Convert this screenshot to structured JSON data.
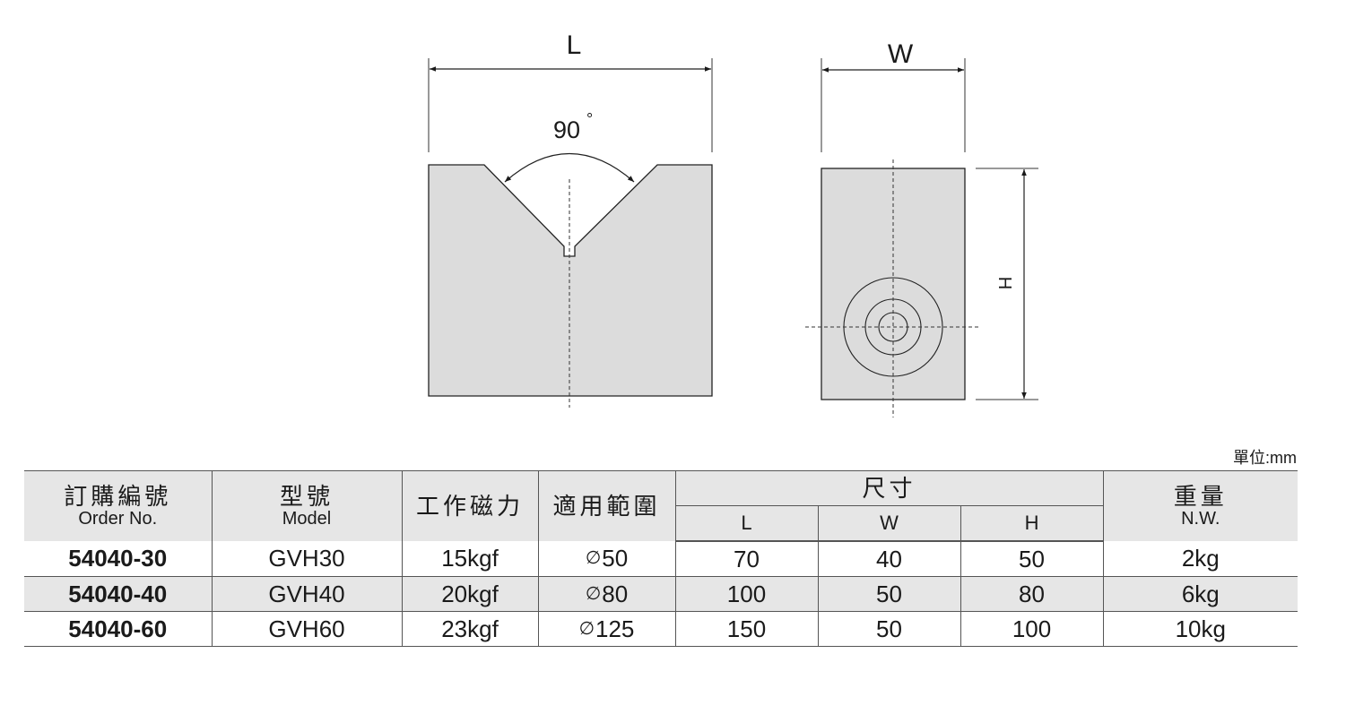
{
  "drawing": {
    "front_view": {
      "length_label": "L",
      "angle_label": "90",
      "degree_symbol": "°"
    },
    "side_view": {
      "width_label": "W",
      "height_label": "H"
    }
  },
  "unit_note": "單位:mm",
  "table": {
    "headers": {
      "order_no": {
        "zh": "訂購編號",
        "en": "Order No."
      },
      "model": {
        "zh": "型號",
        "en": "Model"
      },
      "magnetic_force": {
        "zh": "工作磁力"
      },
      "applicable_range": {
        "zh": "適用範圍"
      },
      "dimensions": {
        "zh": "尺寸",
        "sub": [
          "L",
          "W",
          "H"
        ]
      },
      "net_weight": {
        "zh": "重量",
        "en": "N.W."
      }
    },
    "diameter_symbol": "∅",
    "rows": [
      {
        "order_no": "54040-30",
        "model": "GVH30",
        "force": "15kgf",
        "range": "50",
        "L": "70",
        "W": "40",
        "H": "50",
        "weight": "2kg"
      },
      {
        "order_no": "54040-40",
        "model": "GVH40",
        "force": "20kgf",
        "range": "80",
        "L": "100",
        "W": "50",
        "H": "80",
        "weight": "6kg"
      },
      {
        "order_no": "54040-60",
        "model": "GVH60",
        "force": "23kgf",
        "range": "125",
        "L": "150",
        "W": "50",
        "H": "100",
        "weight": "10kg"
      }
    ]
  }
}
